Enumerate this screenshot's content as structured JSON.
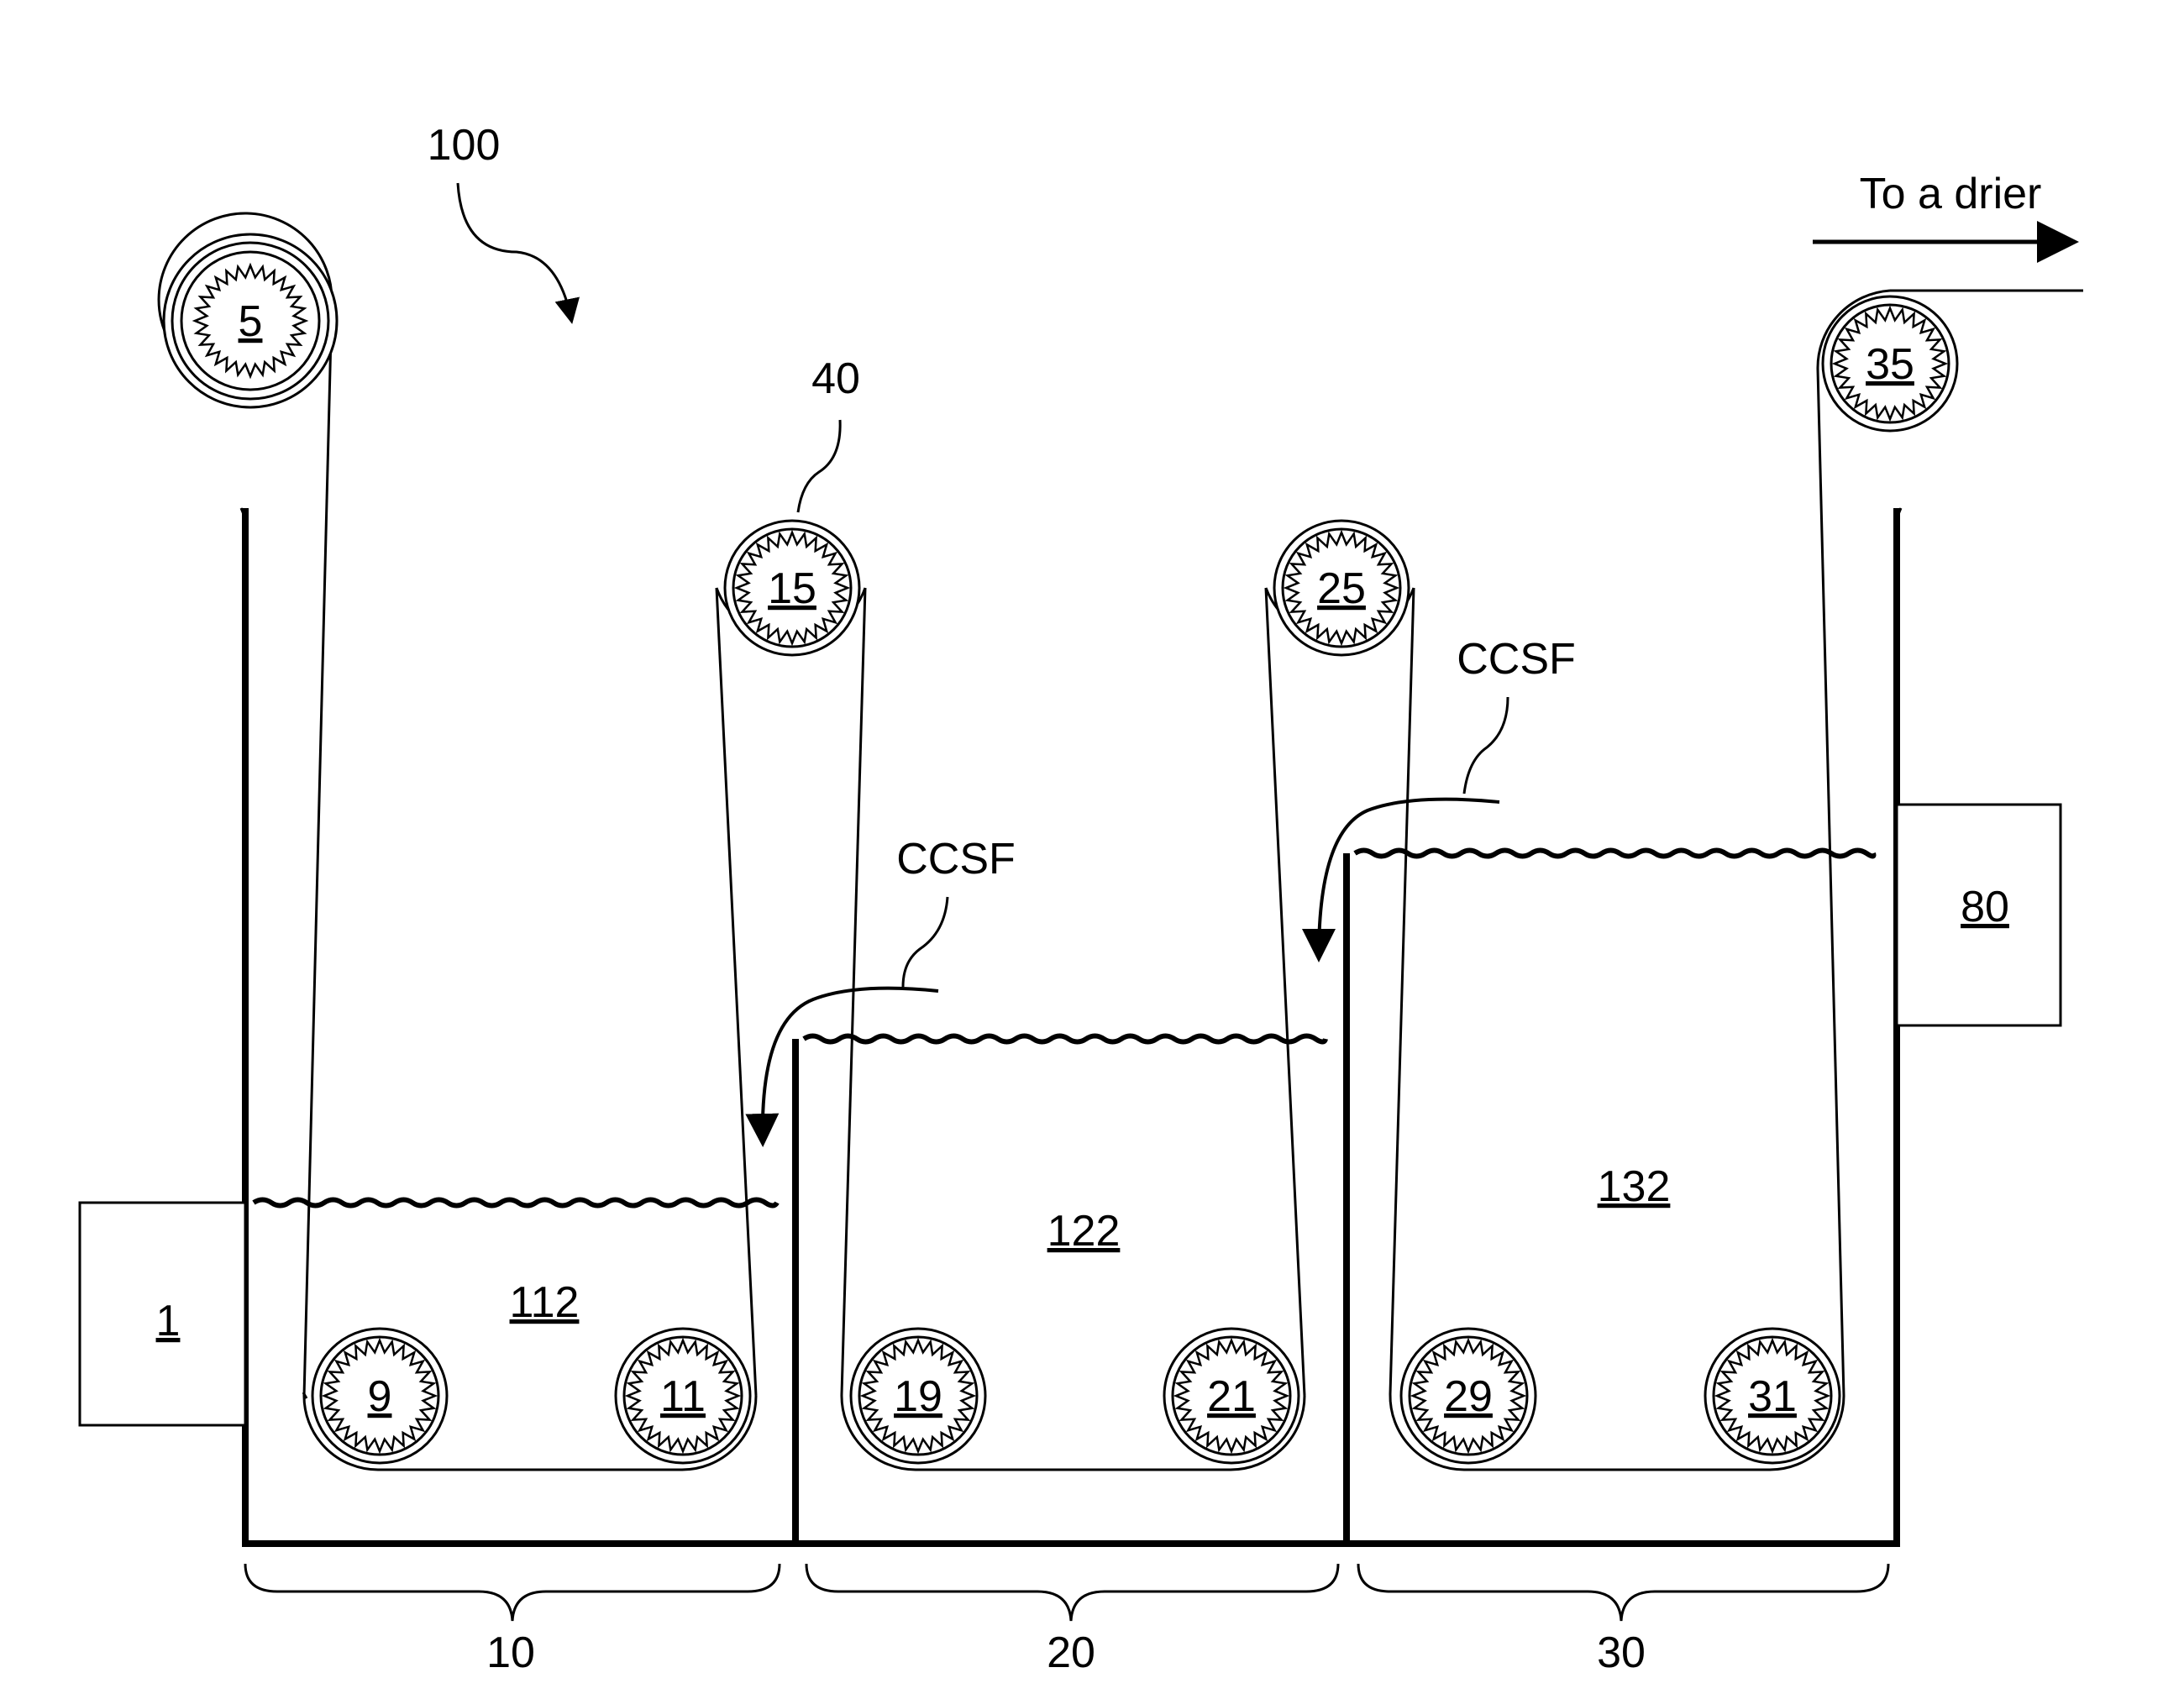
{
  "figure": {
    "ref": "100",
    "pointer_40": "40",
    "to_drier": "To a drier"
  },
  "rollers": [
    {
      "id": "5",
      "label": "5"
    },
    {
      "id": "9",
      "label": "9"
    },
    {
      "id": "11",
      "label": "11"
    },
    {
      "id": "15",
      "label": "15"
    },
    {
      "id": "19",
      "label": "19"
    },
    {
      "id": "21",
      "label": "21"
    },
    {
      "id": "25",
      "label": "25"
    },
    {
      "id": "29",
      "label": "29"
    },
    {
      "id": "31",
      "label": "31"
    },
    {
      "id": "35",
      "label": "35"
    }
  ],
  "tanks": [
    {
      "id": "112",
      "label": "112",
      "bracket": "10"
    },
    {
      "id": "122",
      "label": "122",
      "bracket": "20"
    },
    {
      "id": "132",
      "label": "132",
      "bracket": "30"
    }
  ],
  "boxes": [
    {
      "id": "1",
      "label": "1"
    },
    {
      "id": "80",
      "label": "80"
    }
  ],
  "flows": [
    {
      "id": "ccsf-a",
      "label": "CCSF"
    },
    {
      "id": "ccsf-b",
      "label": "CCSF"
    }
  ]
}
